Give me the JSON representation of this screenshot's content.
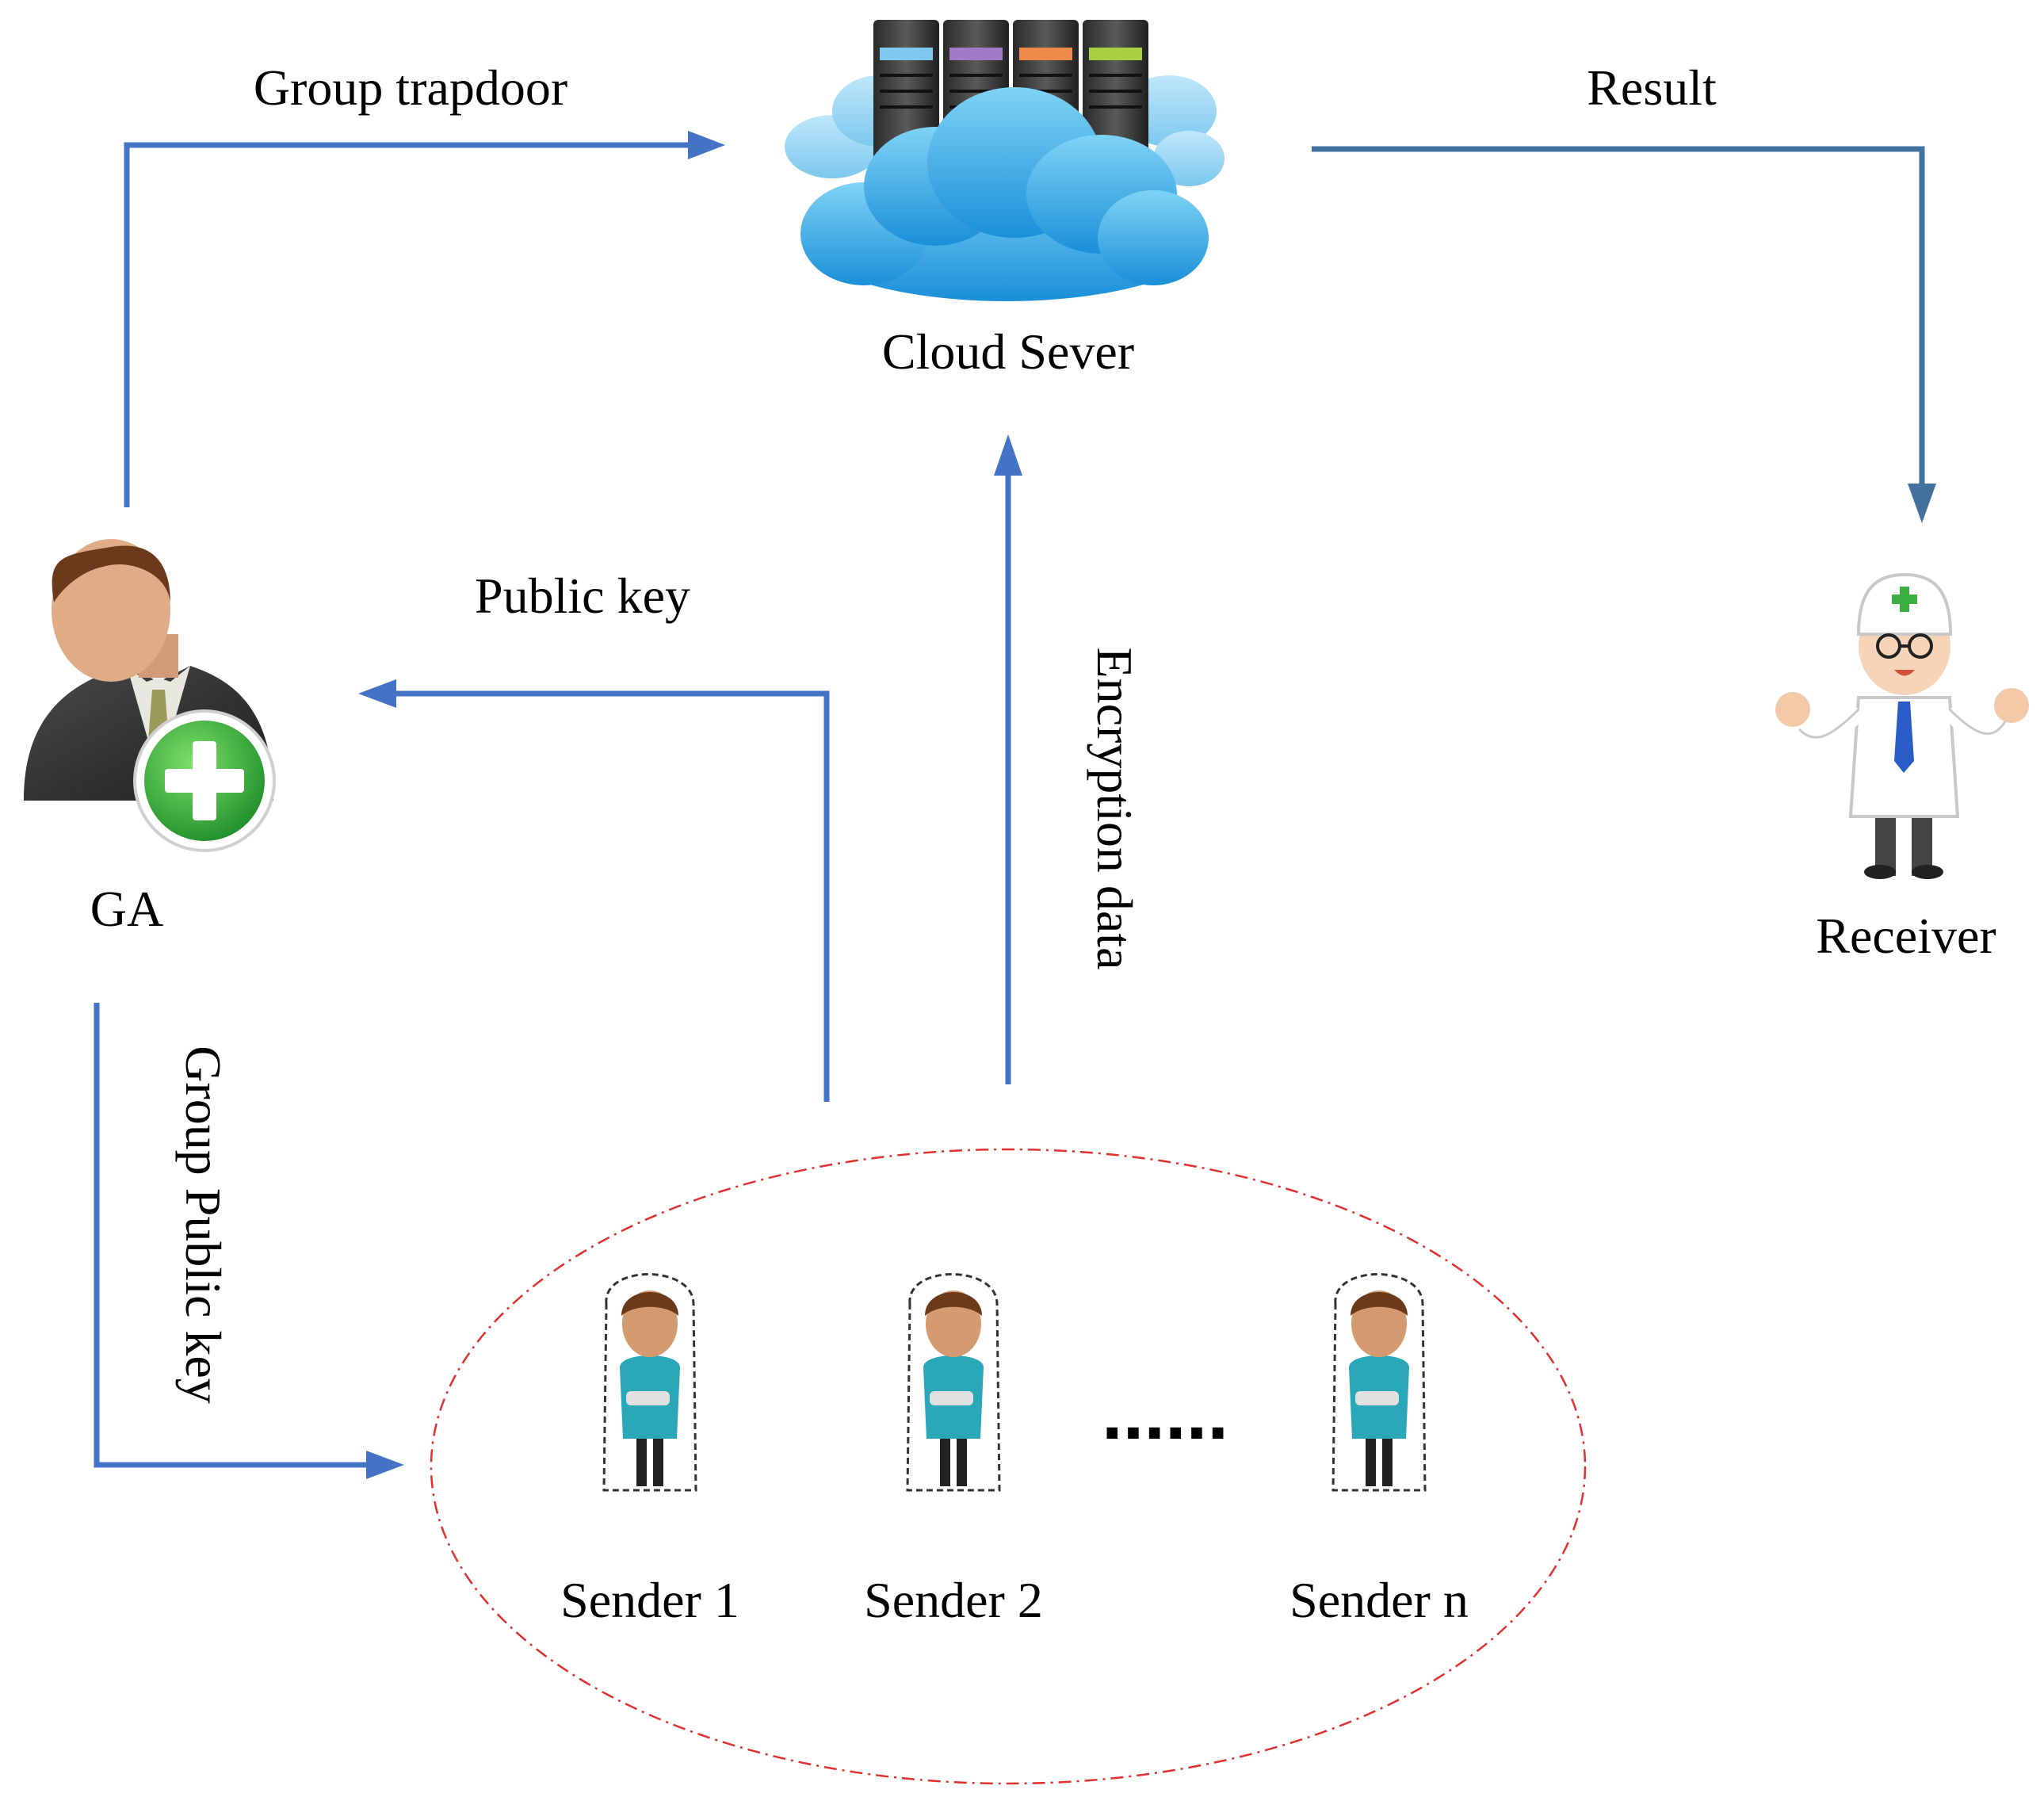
{
  "colors": {
    "arrow_blue": "#4472C4",
    "arrow_steel": "#41719C",
    "group_ellipse": "#E03030",
    "label_text": "#000000"
  },
  "nodes": {
    "cloud_server": {
      "label": "Cloud Sever",
      "icon": "cloud-server-icon"
    },
    "ga": {
      "label": "GA",
      "icon": "administrator-add-icon"
    },
    "receiver": {
      "label": "Receiver",
      "icon": "doctor-icon"
    },
    "senders": [
      {
        "label": "Sender 1",
        "icon": "patient-icon"
      },
      {
        "label": "Sender 2",
        "icon": "patient-icon"
      },
      {
        "label": "Sender n",
        "icon": "patient-icon"
      }
    ],
    "ellipsis": "......"
  },
  "edges": {
    "group_trapdoor": {
      "label": "Group trapdoor",
      "from": "GA",
      "to": "Cloud Sever"
    },
    "result": {
      "label": "Result",
      "from": "Cloud Sever",
      "to": "Receiver"
    },
    "public_key": {
      "label": "Public key",
      "from": "Senders",
      "to": "GA"
    },
    "encryption_data": {
      "label": "Encryption data",
      "from": "Senders",
      "to": "Cloud Sever"
    },
    "group_public_key": {
      "label": "Group Public key",
      "from": "GA",
      "to": "Senders"
    }
  }
}
